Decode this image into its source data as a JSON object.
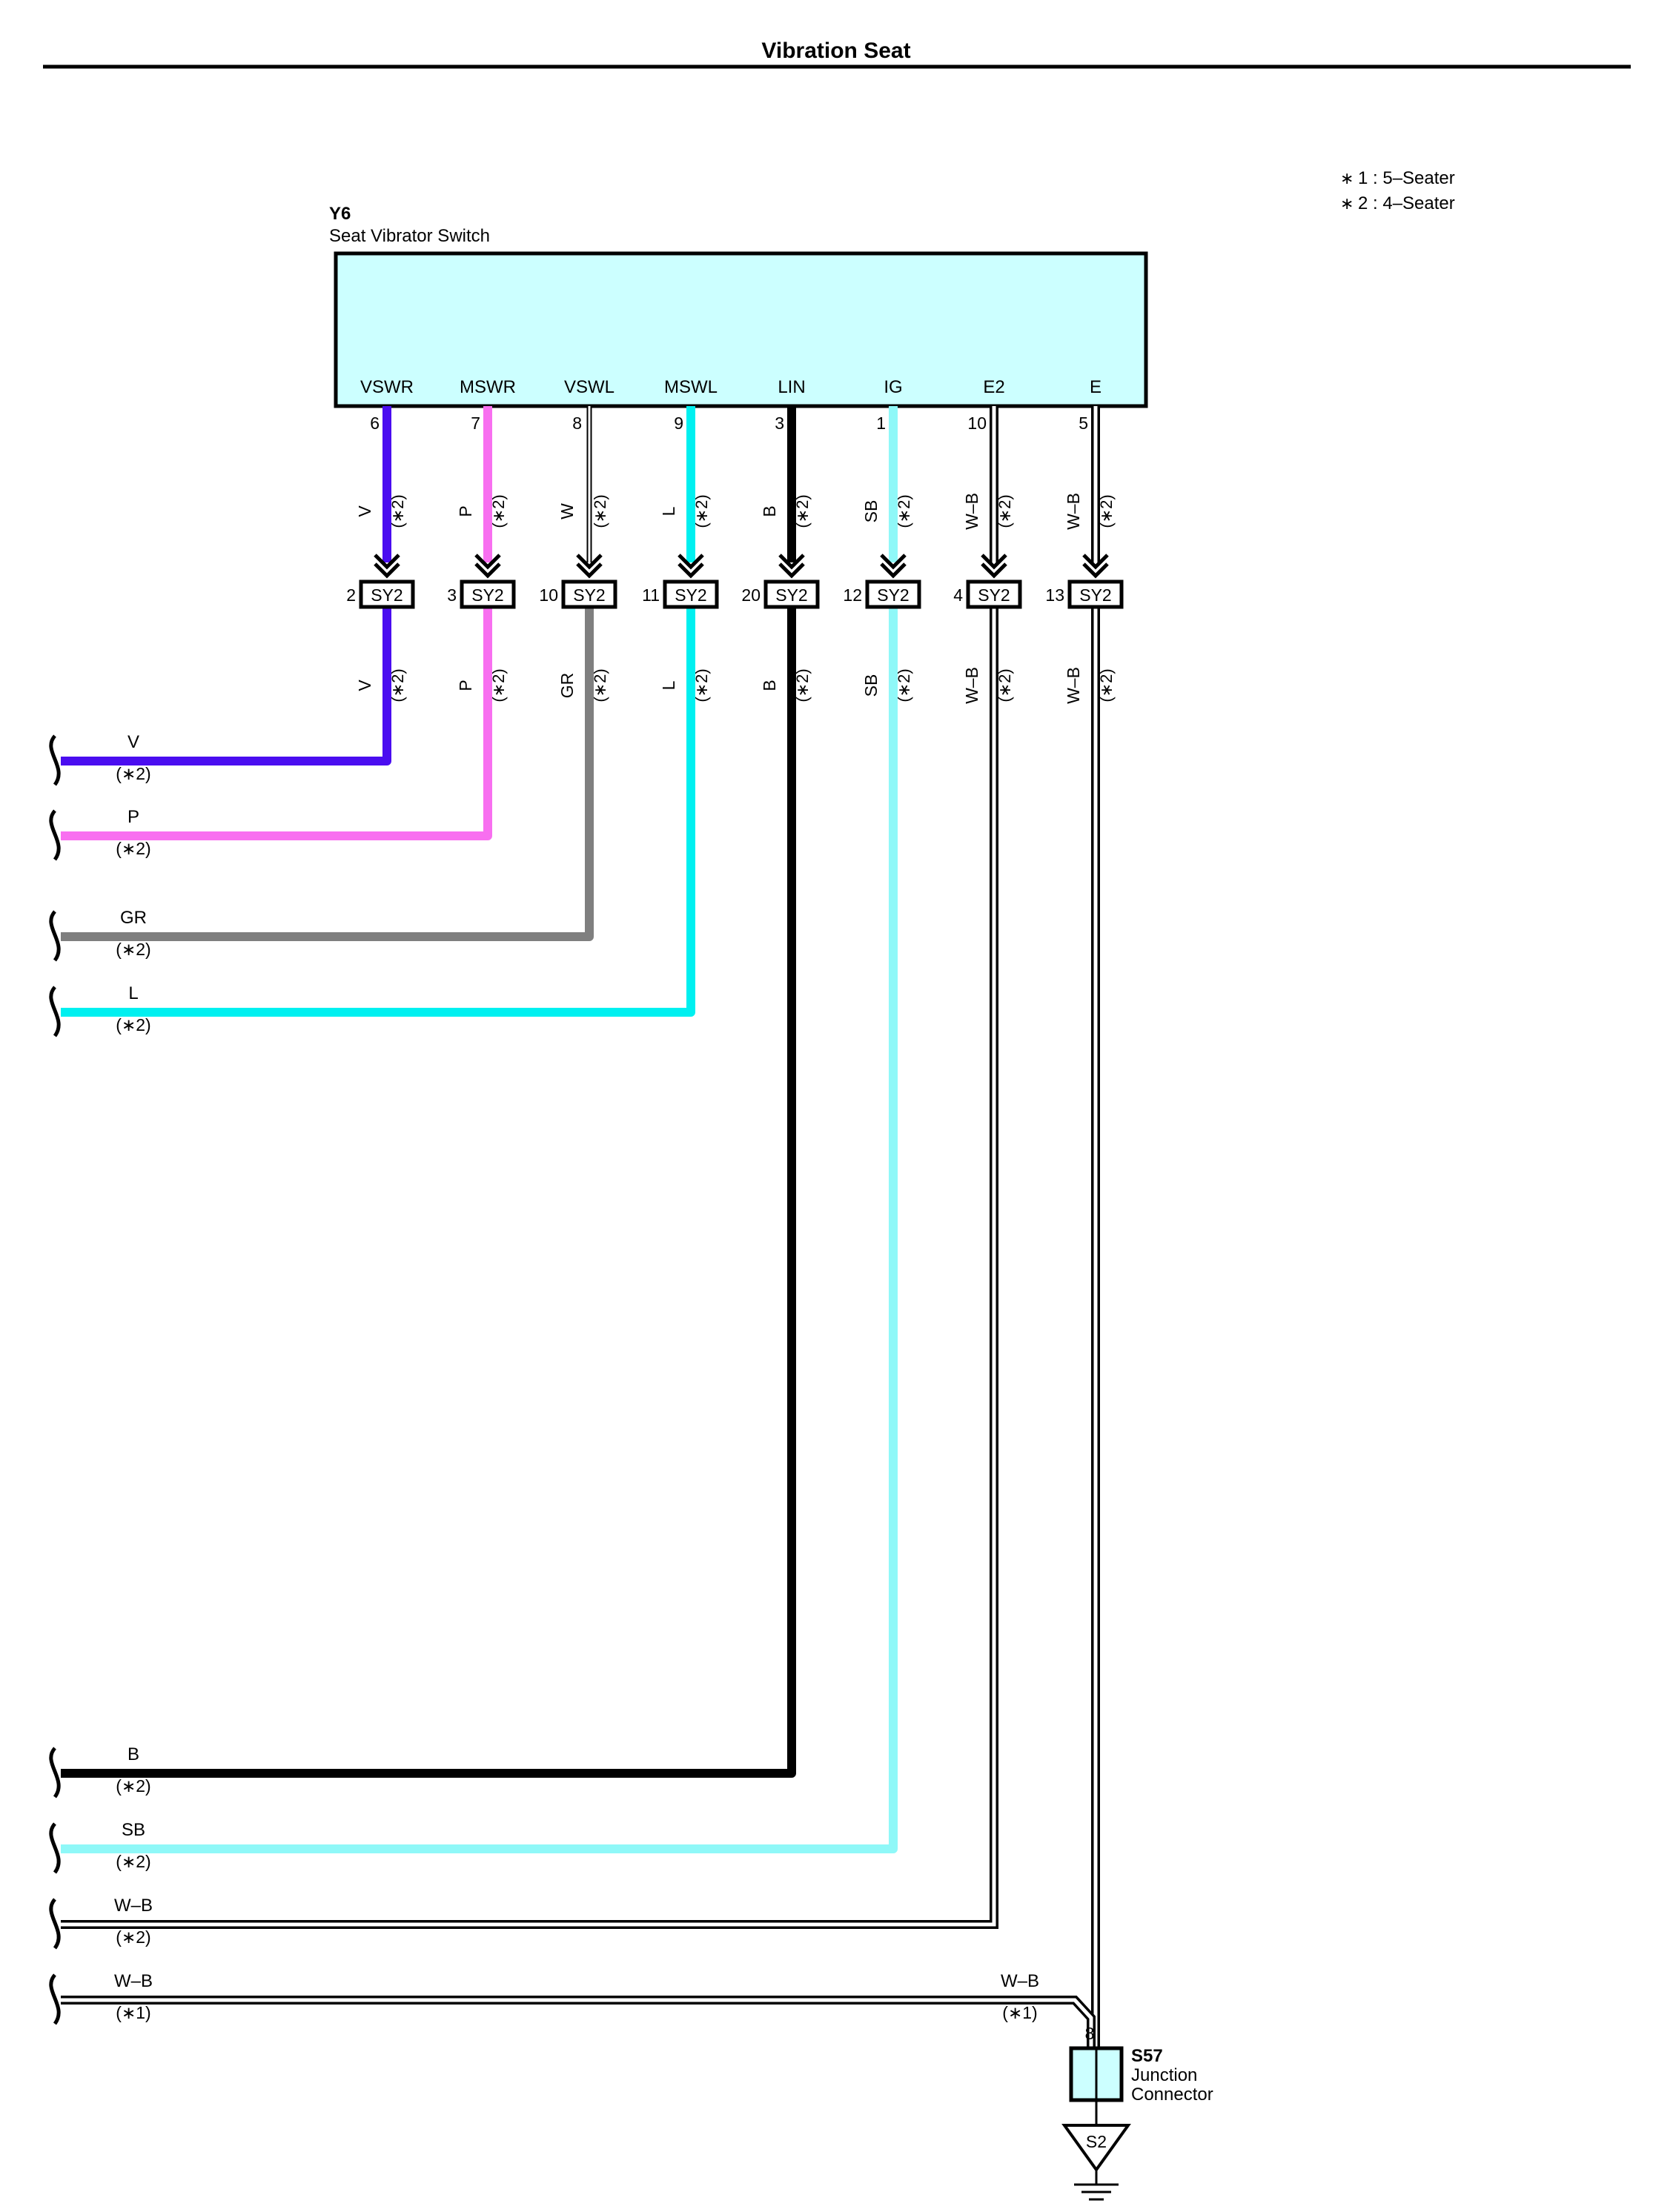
{
  "title": "Vibration Seat",
  "notes": [
    "1 : 5–Seater",
    "2 : 4–Seater"
  ],
  "note_marks": [
    "∗",
    "∗"
  ],
  "component": {
    "code": "Y6",
    "name": "Seat Vibrator Switch",
    "fill": "#ccffff"
  },
  "junction": {
    "code": "S57",
    "name_lines": [
      "Junction",
      "Connector"
    ],
    "ground": "S2",
    "pin": "8",
    "fill": "#ccffff"
  },
  "connector_label": "SY2",
  "terminals": [
    {
      "name": "VSWR",
      "pin": "6",
      "top_color": "V",
      "conn_pin": "2",
      "bottom_color": "V",
      "note": "(∗2)",
      "out_color": "V",
      "out_note": "(∗2)",
      "hex": "#4a0df0",
      "style": "solid"
    },
    {
      "name": "MSWR",
      "pin": "7",
      "top_color": "P",
      "conn_pin": "3",
      "bottom_color": "P",
      "note": "(∗2)",
      "out_color": "P",
      "out_note": "(∗2)",
      "hex": "#f86ff0",
      "style": "solid"
    },
    {
      "name": "VSWL",
      "pin": "8",
      "top_color": "W",
      "conn_pin": "10",
      "bottom_color": "GR",
      "note": "(∗2)",
      "out_color": "GR",
      "out_note": "(∗2)",
      "hex": "#7f7f7f",
      "style": "white-top"
    },
    {
      "name": "MSWL",
      "pin": "9",
      "top_color": "L",
      "conn_pin": "11",
      "bottom_color": "L",
      "note": "(∗2)",
      "out_color": "L",
      "out_note": "(∗2)",
      "hex": "#00f0f0",
      "style": "solid"
    },
    {
      "name": "LIN",
      "pin": "3",
      "top_color": "B",
      "conn_pin": "20",
      "bottom_color": "B",
      "note": "(∗2)",
      "out_color": "B",
      "out_note": "(∗2)",
      "hex": "#000000",
      "style": "solid"
    },
    {
      "name": "IG",
      "pin": "1",
      "top_color": "SB",
      "conn_pin": "12",
      "bottom_color": "SB",
      "note": "(∗2)",
      "out_color": "SB",
      "out_note": "(∗2)",
      "hex": "#8ff8f8",
      "style": "solid"
    },
    {
      "name": "E2",
      "pin": "10",
      "top_color": "W–B",
      "conn_pin": "4",
      "bottom_color": "W–B",
      "note": "(∗2)",
      "out_color": "W–B",
      "out_note": "(∗2)",
      "hex": "#000000",
      "style": "double"
    },
    {
      "name": "E",
      "pin": "5",
      "top_color": "W–B",
      "conn_pin": "13",
      "bottom_color": "W–B",
      "note": "(∗2)",
      "out_color": "",
      "out_note": "",
      "hex": "#000000",
      "style": "double"
    }
  ],
  "extra_wire": {
    "color": "W–B",
    "note": "(∗1)",
    "right_color": "W–B",
    "right_note": "(∗1)"
  }
}
